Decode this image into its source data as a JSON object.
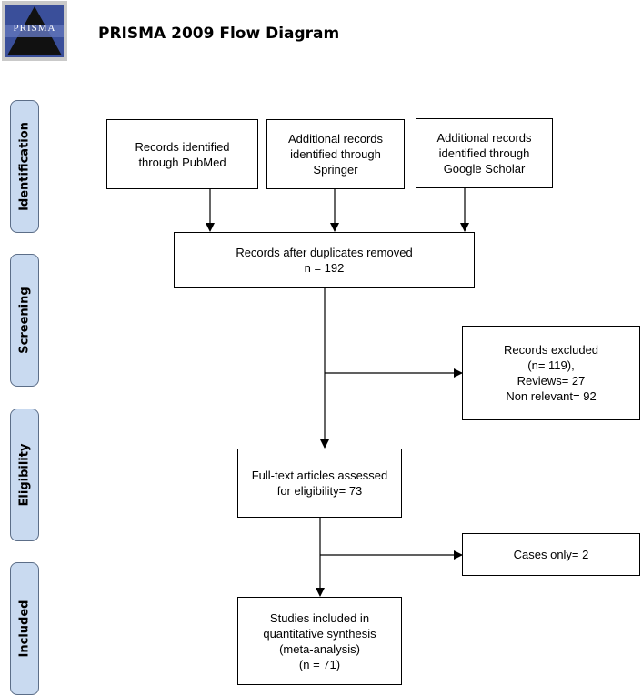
{
  "logo": {
    "text": "PRISMA"
  },
  "title": "PRISMA 2009 Flow Diagram",
  "stages": [
    "Identification",
    "Screening",
    "Eligibility",
    "Included"
  ],
  "boxes": {
    "pubmed": [
      "Records identified",
      "through PubMed"
    ],
    "springer": [
      "Additional records",
      "identified through",
      "Springer"
    ],
    "scholar": [
      "Additional records",
      "identified through",
      "Google Scholar"
    ],
    "duplicates": [
      "Records after duplicates removed",
      "n = 192"
    ],
    "excluded": [
      "Records excluded",
      "(n= 119),",
      "Reviews= 27",
      "Non relevant= 92"
    ],
    "fulltext": [
      "Full-text articles assessed",
      "for eligibility= 73"
    ],
    "cases": [
      "Cases only= 2"
    ],
    "included": [
      "Studies included in",
      "quantitative synthesis",
      "(meta-analysis)",
      "(n =  71)"
    ]
  }
}
